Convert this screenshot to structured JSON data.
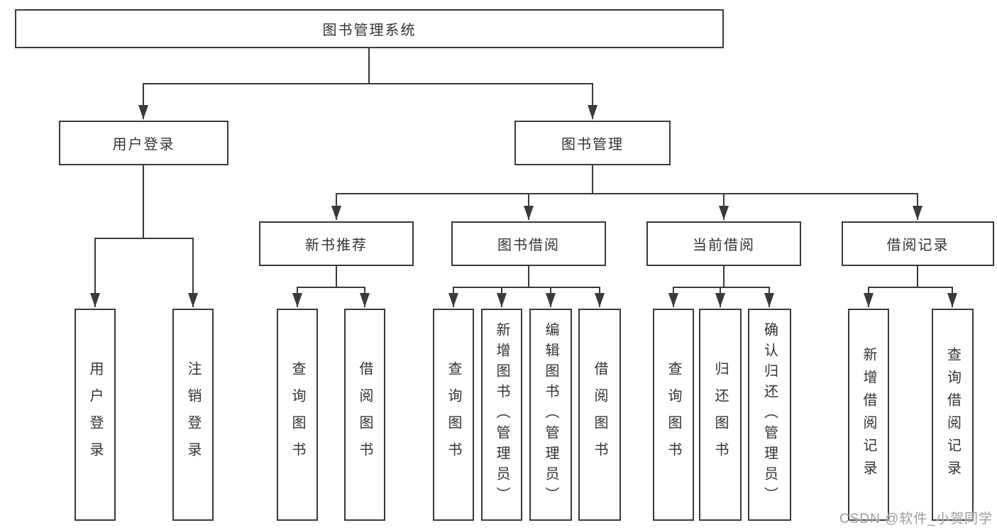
{
  "diagram": {
    "type": "hierarchy-tree",
    "colors": {
      "line": "#3a3a3a",
      "border": "#3a3a3a",
      "text": "#333333",
      "background": "#ffffff",
      "watermark": "#9c9c9c"
    },
    "tree": {
      "root": {
        "label": "图书管理系统"
      },
      "branches": [
        {
          "label": "用户登录",
          "children": [
            {
              "label": "用户登录"
            },
            {
              "label": "注销登录"
            }
          ]
        },
        {
          "label": "图书管理",
          "sections": [
            {
              "label": "新书推荐",
              "children": [
                {
                  "label": "查询图书"
                },
                {
                  "label": "借阅图书"
                }
              ]
            },
            {
              "label": "图书借阅",
              "children": [
                {
                  "label": "查询图书"
                },
                {
                  "label": "新增图书（管理员）"
                },
                {
                  "label": "编辑图书（管理员）"
                },
                {
                  "label": "借阅图书"
                }
              ]
            },
            {
              "label": "当前借阅",
              "children": [
                {
                  "label": "查询图书"
                },
                {
                  "label": "归还图书"
                },
                {
                  "label": "确认归还（管理员）"
                }
              ]
            },
            {
              "label": "借阅记录",
              "children": [
                {
                  "label": "新增借阅记录"
                },
                {
                  "label": "查询借阅记录"
                }
              ]
            }
          ]
        }
      ]
    },
    "watermark": {
      "text": "CSDN @软件_小贺同学"
    }
  }
}
